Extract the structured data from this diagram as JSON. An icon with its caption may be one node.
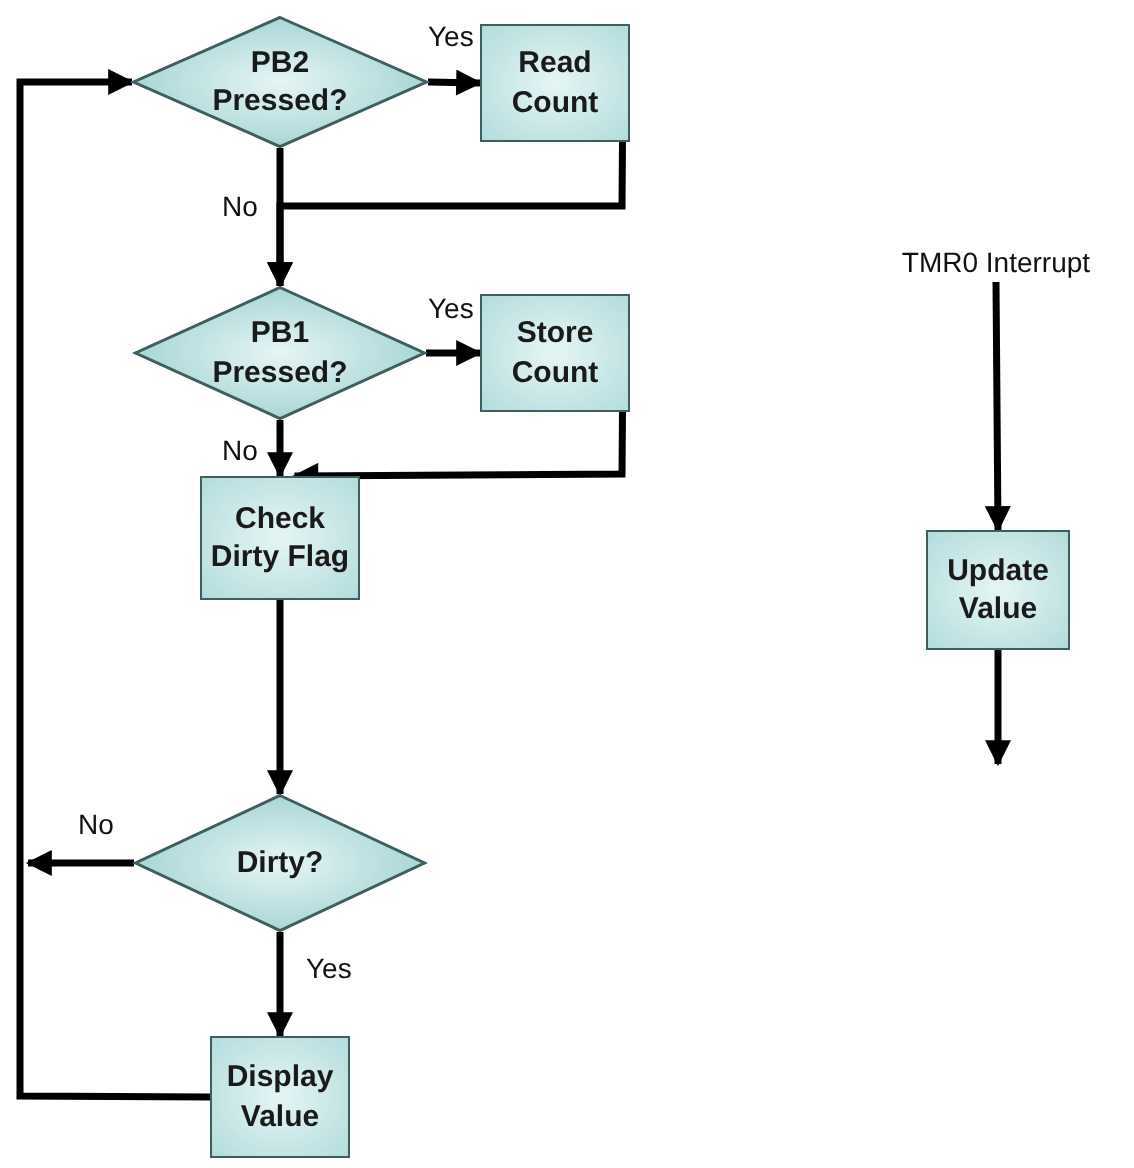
{
  "diagram": {
    "nodes": [
      {
        "text": [
          "PB2 Pressed?"
        ]
      },
      {
        "text": [
          "Read Count"
        ]
      },
      {
        "text": [
          "PB1 Pressed?"
        ]
      },
      {
        "text": [
          "Store Count"
        ]
      },
      {
        "text": [
          "Check Dirty Flag"
        ]
      },
      {
        "text": [
          "Dirty?"
        ]
      },
      {
        "text": [
          "Display Value"
        ]
      },
      {
        "text": [
          "TMR0 Interrupt"
        ]
      },
      {
        "text": [
          "Update Value"
        ]
      }
    ],
    "edges": [
      {
        "from": 0,
        "to": 1,
        "arrow": "to",
        "label": "Yes"
      },
      {
        "from": 0,
        "to": 2,
        "arrow": "to",
        "label": "No"
      },
      {
        "from": 1,
        "to": 2,
        "arrow": "to"
      },
      {
        "from": 2,
        "to": 3,
        "arrow": "to",
        "label": "Yes"
      },
      {
        "from": 2,
        "to": 4,
        "arrow": "to",
        "label": "No"
      },
      {
        "from": 3,
        "to": 4,
        "arrow": "to"
      },
      {
        "from": 4,
        "to": 5,
        "arrow": "to"
      },
      {
        "from": 5,
        "to": null,
        "arrow": "to",
        "label": "No"
      },
      {
        "from": 5,
        "to": 6,
        "arrow": "to",
        "label": "Yes"
      },
      {
        "from": 6,
        "to": 0,
        "arrow": "to"
      },
      {
        "from": 7,
        "to": 8,
        "arrow": "to"
      },
      {
        "from": 8,
        "to": null,
        "arrow": "to"
      }
    ]
  }
}
